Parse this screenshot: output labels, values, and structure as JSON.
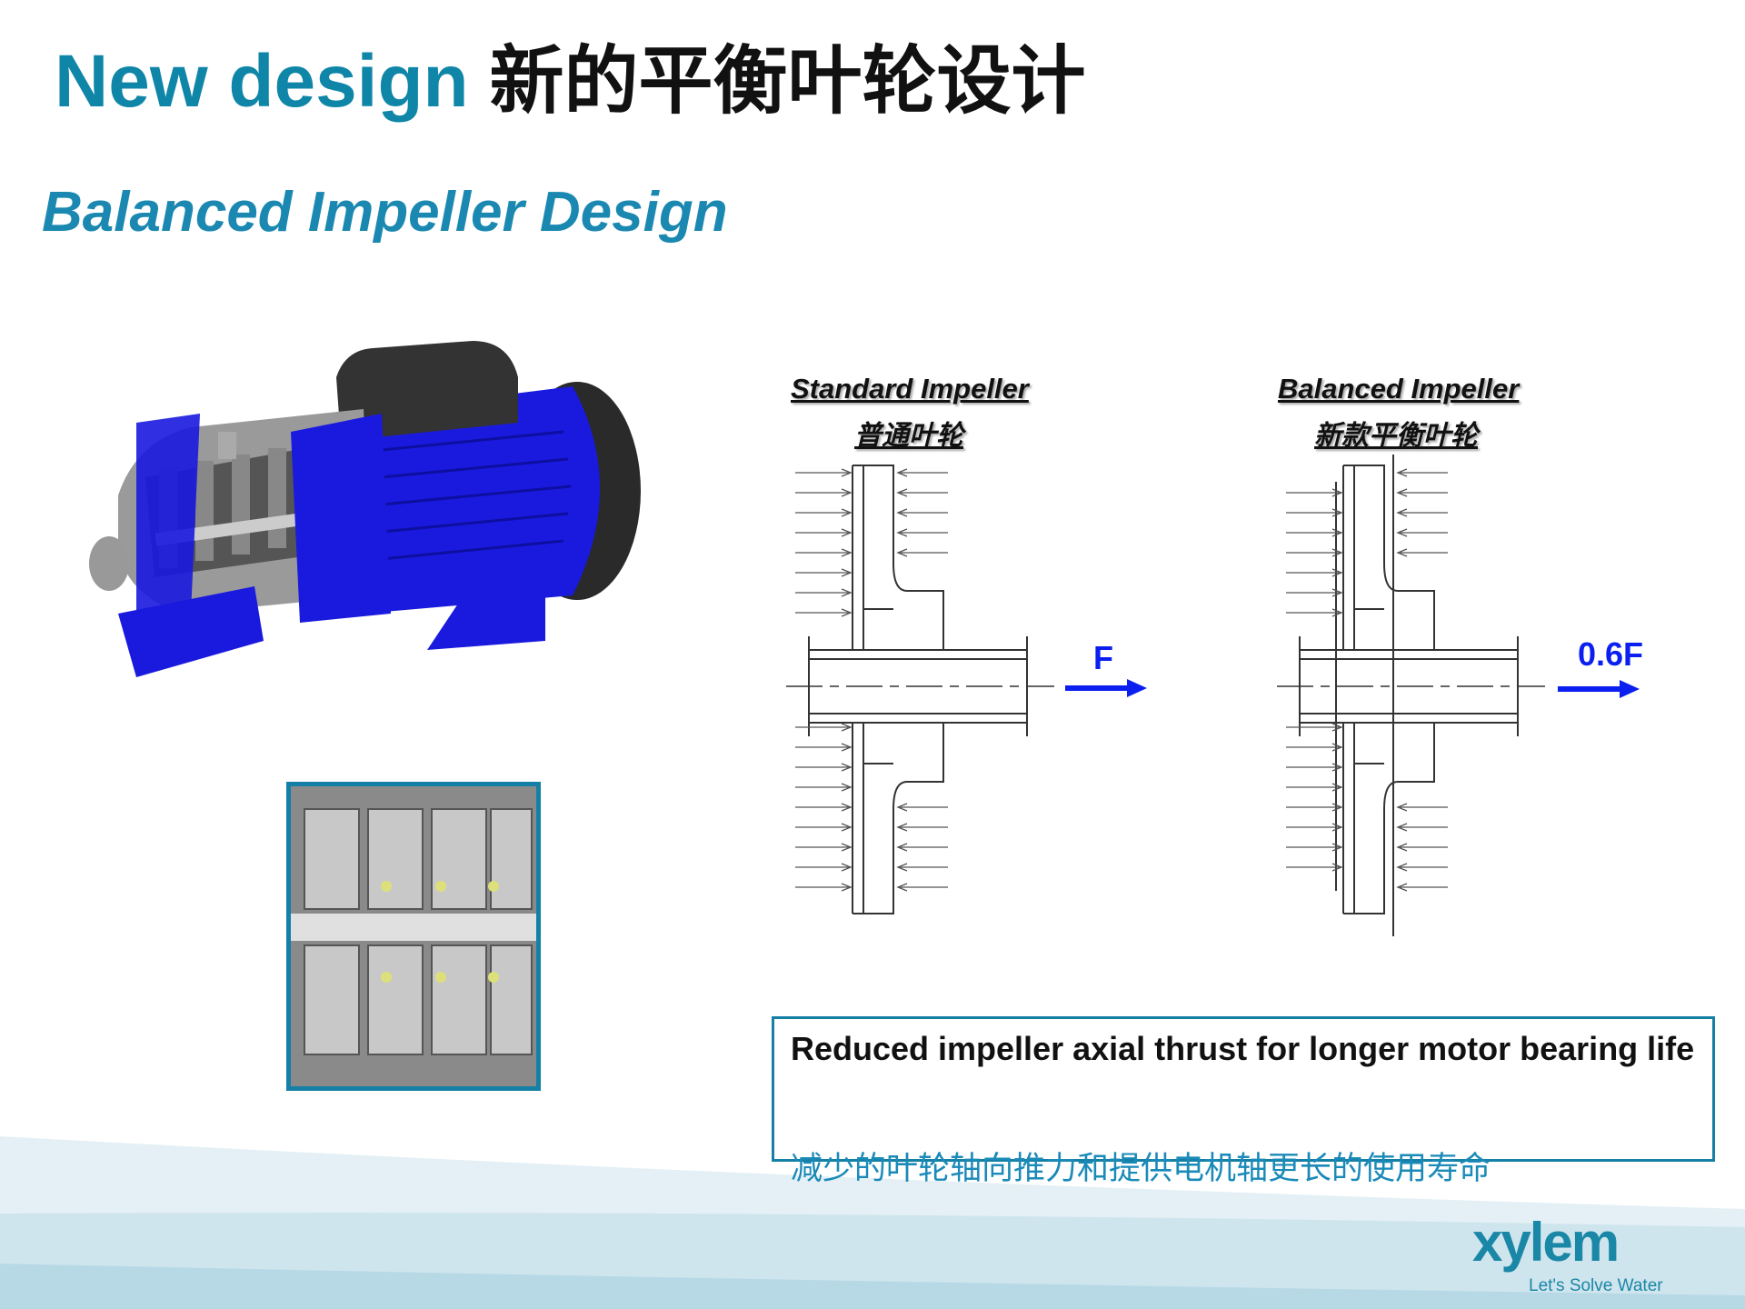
{
  "slide": {
    "title_en": "New design",
    "title_zh": "新的平衡叶轮设计",
    "subtitle": "Balanced Impeller Design"
  },
  "diagrams": {
    "standard": {
      "label": "Standard Impeller",
      "label_zh": "普通叶轮",
      "force": "F"
    },
    "balanced": {
      "label": "Balanced Impeller",
      "label_zh": "新款平衡叶轮",
      "force": "0.6F"
    }
  },
  "callout": {
    "text_en": "Reduced impeller axial thrust for longer motor bearing life",
    "text_zh": "减少的叶轮轴向推力和提供电机轴更长的使用寿命"
  },
  "footer": {
    "logo": "xylem",
    "tagline": "Let's Solve Water"
  },
  "colors": {
    "accent": "#0f86a8",
    "force_arrow": "#0a1ff0",
    "pump_blue": "#1a1adf"
  }
}
